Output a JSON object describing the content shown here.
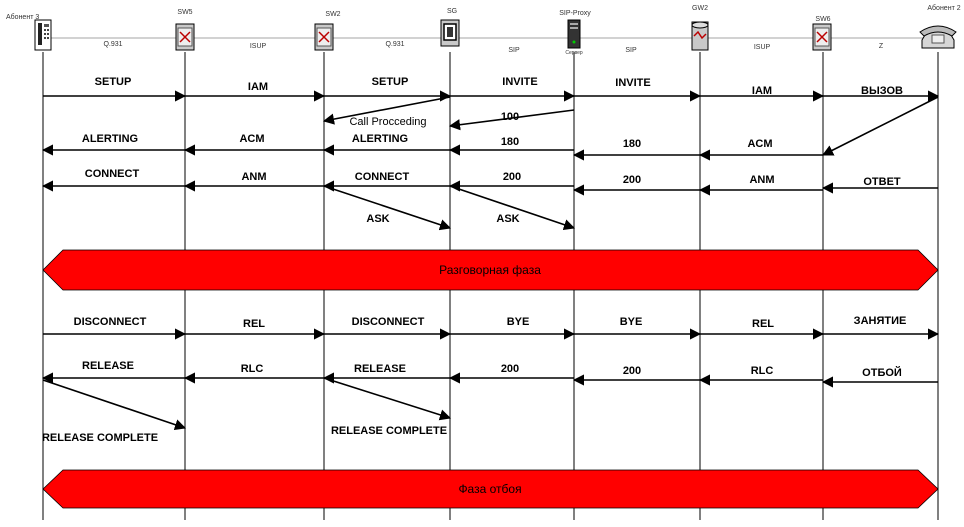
{
  "nodes": [
    {
      "id": "ab3",
      "label": "Абонент 3",
      "icon": "phone-icon"
    },
    {
      "id": "sw5",
      "label": "SW5",
      "icon": "switch-icon"
    },
    {
      "id": "sw2",
      "label": "SW2",
      "icon": "switch-icon"
    },
    {
      "id": "sg",
      "label": "SG",
      "icon": "gateway-icon"
    },
    {
      "id": "sip",
      "label": "SIP-Proxy",
      "icon": "server-icon",
      "sublabel": "Сервер"
    },
    {
      "id": "gw2",
      "label": "GW2",
      "icon": "media-gateway-icon"
    },
    {
      "id": "sw6",
      "label": "SW6",
      "icon": "switch-icon"
    },
    {
      "id": "ab2",
      "label": "Абонент 2",
      "icon": "desk-phone-icon"
    }
  ],
  "links": [
    "Q.931",
    "ISUP",
    "Q.931",
    "SIP",
    "SIP",
    "ISUP",
    "Z"
  ],
  "messages": [
    {
      "label": "SETUP",
      "from": "ab3",
      "to": "sw5"
    },
    {
      "label": "IAM",
      "from": "sw5",
      "to": "sw2"
    },
    {
      "label": "SETUP",
      "from": "sw2",
      "to": "sg"
    },
    {
      "label": "INVITE",
      "from": "sg",
      "to": "sip"
    },
    {
      "label": "INVITE",
      "from": "sip",
      "to": "gw2"
    },
    {
      "label": "IAM",
      "from": "gw2",
      "to": "sw6"
    },
    {
      "label": "ВЫЗОВ",
      "from": "sw6",
      "to": "ab2"
    },
    {
      "label": "Call Procceding",
      "from": "sg",
      "to": "sw2"
    },
    {
      "label": "100",
      "from": "sip",
      "to": "sg"
    },
    {
      "label": "ALERTING",
      "from": "sw5",
      "to": "ab3"
    },
    {
      "label": "ACM",
      "from": "sw2",
      "to": "sw5"
    },
    {
      "label": "ALERTING",
      "from": "sg",
      "to": "sw2"
    },
    {
      "label": "180",
      "from": "sip",
      "to": "sg"
    },
    {
      "label": "180",
      "from": "gw2",
      "to": "sip"
    },
    {
      "label": "ACM",
      "from": "sw6",
      "to": "gw2"
    },
    {
      "label": "",
      "from": "ab2",
      "to": "sw6"
    },
    {
      "label": "CONNECT",
      "from": "sw5",
      "to": "ab3"
    },
    {
      "label": "ANM",
      "from": "sw2",
      "to": "sw5"
    },
    {
      "label": "CONNECT",
      "from": "sg",
      "to": "sw2"
    },
    {
      "label": "200",
      "from": "sip",
      "to": "sg"
    },
    {
      "label": "200",
      "from": "gw2",
      "to": "sip"
    },
    {
      "label": "ANM",
      "from": "sw6",
      "to": "gw2"
    },
    {
      "label": "ОТВЕТ",
      "from": "ab2",
      "to": "sw6"
    },
    {
      "label": "ASK",
      "from": "sw2",
      "to": "sg"
    },
    {
      "label": "ASK",
      "from": "sg",
      "to": "sip"
    },
    {
      "label": "DISCONNECT",
      "from": "ab3",
      "to": "sw5"
    },
    {
      "label": "REL",
      "from": "sw5",
      "to": "sw2"
    },
    {
      "label": "DISCONNECT",
      "from": "sw2",
      "to": "sg"
    },
    {
      "label": "BYE",
      "from": "sg",
      "to": "sip"
    },
    {
      "label": "BYE",
      "from": "sip",
      "to": "gw2"
    },
    {
      "label": "REL",
      "from": "gw2",
      "to": "sw6"
    },
    {
      "label": "ЗАНЯТИЕ",
      "from": "sw6",
      "to": "ab2"
    },
    {
      "label": "RELEASE",
      "from": "sw5",
      "to": "ab3"
    },
    {
      "label": "RLC",
      "from": "sw2",
      "to": "sw5"
    },
    {
      "label": "RELEASE",
      "from": "sg",
      "to": "sw2"
    },
    {
      "label": "200",
      "from": "sip",
      "to": "sg"
    },
    {
      "label": "200",
      "from": "gw2",
      "to": "sip"
    },
    {
      "label": "RLC",
      "from": "sw6",
      "to": "gw2"
    },
    {
      "label": "ОТБОЙ",
      "from": "ab2",
      "to": "sw6"
    },
    {
      "label": "RELEASE COMPLETE",
      "from": "ab3",
      "to": "sw5"
    },
    {
      "label": "RELEASE COMPLETE",
      "from": "sw2",
      "to": "sg"
    }
  ],
  "phases": [
    {
      "label": "Разговорная фаза",
      "color": "#ff0000"
    },
    {
      "label": "Фаза отбоя",
      "color": "#ff0000"
    }
  ]
}
